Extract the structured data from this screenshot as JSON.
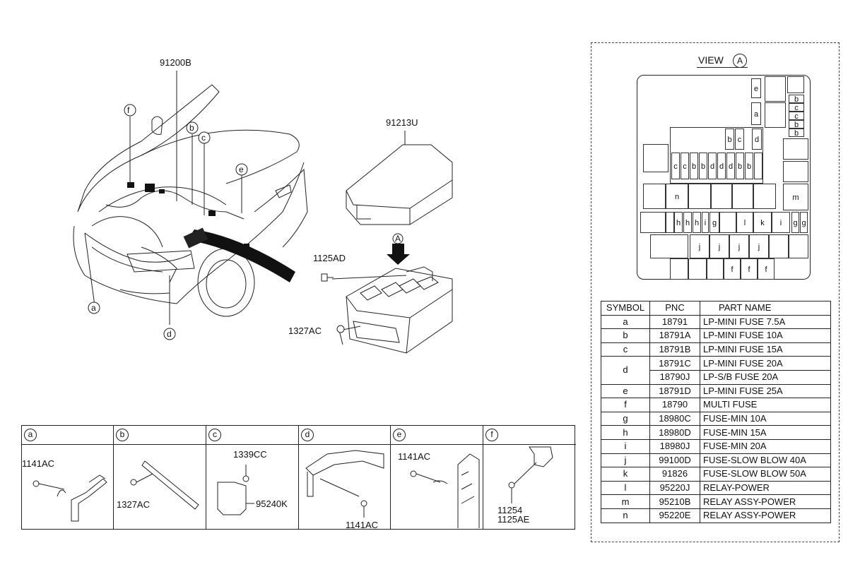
{
  "main_callouts": {
    "harness": "91200B",
    "cover": "91213U",
    "bolt": "1125AD",
    "nut": "1327AC",
    "view_arrow": "A"
  },
  "car_letters": [
    "f",
    "b",
    "c",
    "e",
    "a",
    "d"
  ],
  "view": {
    "title": "VIEW",
    "letter": "A"
  },
  "fuse_slots": [
    "e",
    "a",
    "b",
    "c",
    "c",
    "b",
    "b",
    "b",
    "c",
    "d",
    "c",
    "c",
    "b",
    "b",
    "d",
    "d",
    "d",
    "b",
    "b",
    "n",
    "m",
    "h",
    "h",
    "h",
    "i",
    "g",
    "l",
    "k",
    "i",
    "g",
    "g",
    "j",
    "j",
    "j",
    "j",
    "f",
    "f",
    "f"
  ],
  "table": {
    "headers": [
      "SYMBOL",
      "PNC",
      "PART NAME"
    ],
    "rows": [
      {
        "sym": "a",
        "pnc": "18791",
        "name": "LP-MINI FUSE 7.5A"
      },
      {
        "sym": "b",
        "pnc": "18791A",
        "name": "LP-MINI FUSE 10A"
      },
      {
        "sym": "c",
        "pnc": "18791B",
        "name": "LP-MINI FUSE 15A"
      },
      {
        "sym": "d",
        "pnc": "18791C",
        "name": "LP-MINI FUSE 20A",
        "pnc2": "18790J",
        "name2": "LP-S/B FUSE 20A"
      },
      {
        "sym": "e",
        "pnc": "18791D",
        "name": "LP-MINI FUSE 25A"
      },
      {
        "sym": "f",
        "pnc": "18790",
        "name": "MULTI FUSE"
      },
      {
        "sym": "g",
        "pnc": "18980C",
        "name": "FUSE-MIN 10A"
      },
      {
        "sym": "h",
        "pnc": "18980D",
        "name": "FUSE-MIN 15A"
      },
      {
        "sym": "i",
        "pnc": "18980J",
        "name": "FUSE-MIN 20A"
      },
      {
        "sym": "j",
        "pnc": "99100D",
        "name": "FUSE-SLOW BLOW 40A"
      },
      {
        "sym": "k",
        "pnc": "91826",
        "name": "FUSE-SLOW BLOW 50A"
      },
      {
        "sym": "l",
        "pnc": "95220J",
        "name": "RELAY-POWER"
      },
      {
        "sym": "m",
        "pnc": "95210B",
        "name": "RELAY ASSY-POWER"
      },
      {
        "sym": "n",
        "pnc": "95220E",
        "name": "RELAY ASSY-POWER"
      }
    ]
  },
  "details": [
    {
      "letter": "a",
      "labels": [
        "1141AC"
      ]
    },
    {
      "letter": "b",
      "labels": [
        "1327AC"
      ]
    },
    {
      "letter": "c",
      "labels": [
        "1339CC",
        "95240K"
      ]
    },
    {
      "letter": "d",
      "labels": [
        "1141AC"
      ]
    },
    {
      "letter": "e",
      "labels": [
        "1141AC"
      ]
    },
    {
      "letter": "f",
      "labels": [
        "11254",
        "1125AE"
      ]
    }
  ]
}
